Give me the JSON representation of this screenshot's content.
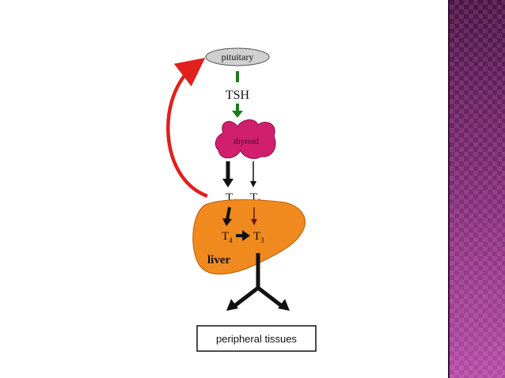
{
  "diagram": {
    "pituitary_label": "pituitary",
    "tsh_label": "TSH",
    "thyroid_label": "thyroid",
    "t4_top": "T",
    "t4_top_sub": "4",
    "t3_top": "T",
    "t3_top_sub": "3",
    "t4_liver": "T",
    "t4_liver_sub": "4",
    "t3_liver": "T",
    "t3_liver_sub": "3",
    "liver_label": "liver",
    "peripheral_label": "peripheral tissues"
  },
  "colors": {
    "feedback_arrow": "#e0201c",
    "tsh_arrow": "#1e7a1e",
    "thyroid": "#d11f6e",
    "liver": "#f08a1f",
    "pituitary": "#d0d0d0",
    "side_band": "#7a2a6e"
  }
}
